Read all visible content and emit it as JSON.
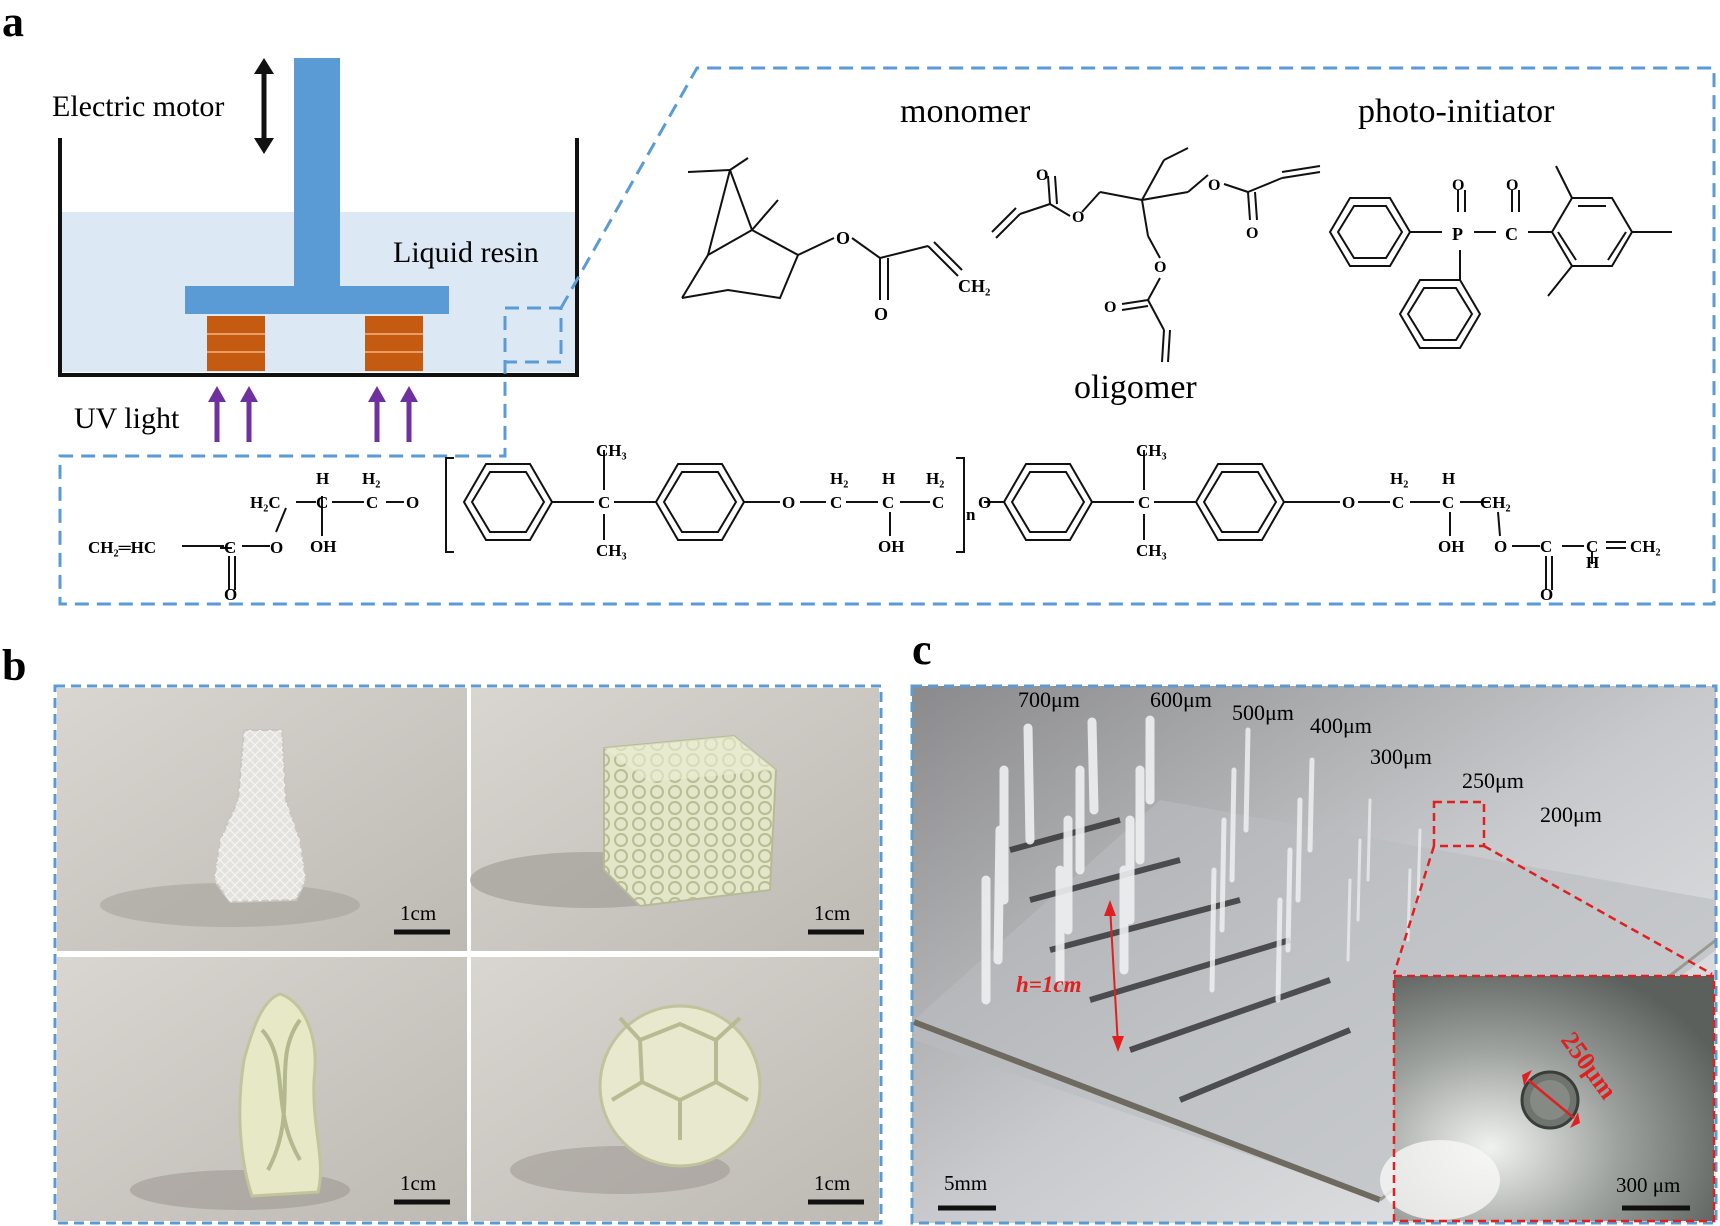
{
  "panels": {
    "a": {
      "letter": "a",
      "electric_motor": "Electric motor",
      "liquid_resin": "Liquid resin",
      "uv_light": "UV light",
      "monomer": "monomer",
      "photo_initiator": "photo-initiator",
      "oligomer": "oligomer",
      "atoms": {
        "o": "O",
        "ch2": "CH₂",
        "p": "P",
        "c": "C"
      },
      "chain": {
        "ch2_hc": "CH₂═HC",
        "c": "C",
        "o": "O",
        "h2c": "H₂C",
        "h": "H",
        "h2": "H₂",
        "oh": "OH",
        "ch3": "CH₃",
        "n": "n",
        "ch2": "CH₂",
        "c_h": "C",
        "ch2_end": "CH₂"
      },
      "colors": {
        "blue": "#5b9bd5",
        "resin": "#dce9f5",
        "dashed": "#5b9bd5",
        "orange": "#c55a11",
        "purple": "#7030a0"
      }
    },
    "b": {
      "letter": "b",
      "scale_labels": [
        "1cm",
        "1cm",
        "1cm",
        "1cm"
      ],
      "photos": [
        "lattice-vase",
        "honeycomb-cube",
        "twisted-lattice",
        "buckyball"
      ]
    },
    "c": {
      "letter": "c",
      "diameters": [
        "700μm",
        "600μm",
        "500μm",
        "400μm",
        "300μm",
        "250μm",
        "200μm"
      ],
      "height_label": "h=1cm",
      "scale_main": "5mm",
      "inset_size": "250μm",
      "scale_inset": "300 μm",
      "colors": {
        "red": "#e02020"
      }
    }
  }
}
